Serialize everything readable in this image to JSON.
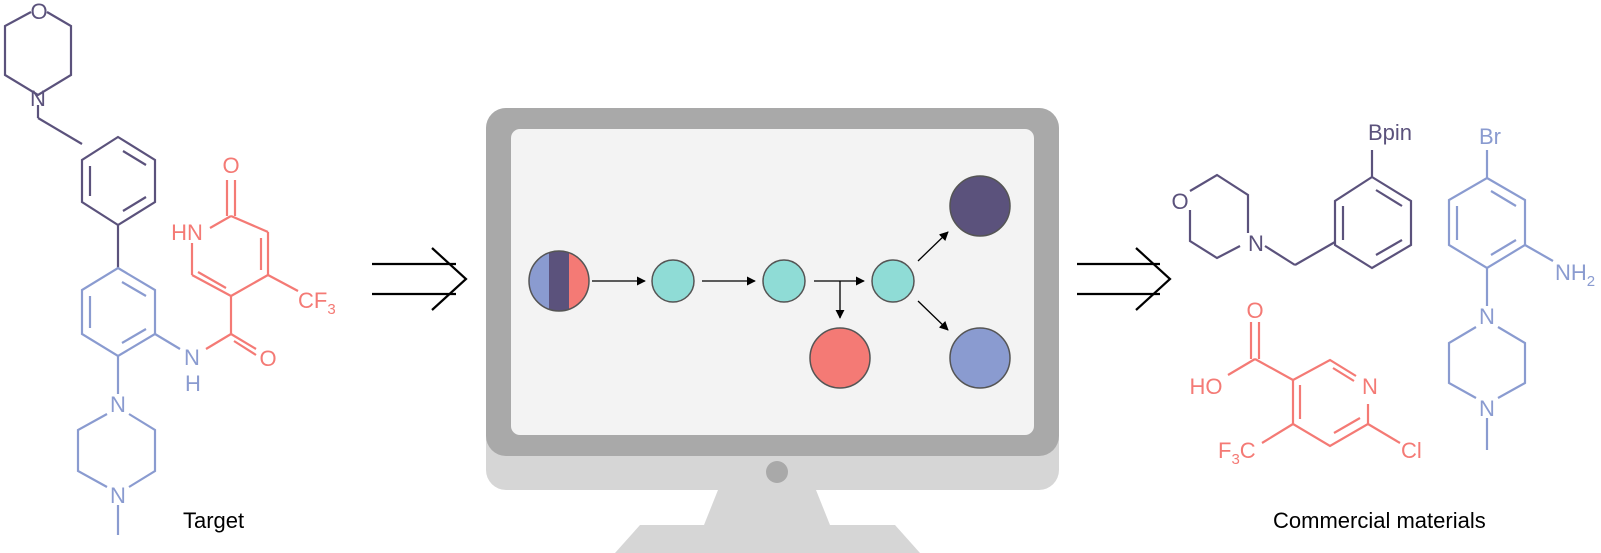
{
  "colors": {
    "dark": "#5b527c",
    "blue": "#8a9bd0",
    "red": "#f47a75",
    "teal": "#8fdcd6",
    "black": "#000000",
    "monitor_frame": "#a9a9a9",
    "monitor_screen": "#f3f3f3",
    "monitor_stand": "#d6d6d6"
  },
  "target": {
    "caption": "Target",
    "atoms": {
      "morpholine_O": "O",
      "morpholine_N": "N",
      "pyridone_O": "O",
      "pyridone_NH": "HN",
      "cf3": "CF",
      "cf3_sub": "3",
      "amide_NH_N": "N",
      "amide_NH_H": "H",
      "amide_O": "O",
      "piperazine_N1": "N",
      "piperazine_N2": "N"
    }
  },
  "materials": {
    "caption": "Commercial materials",
    "atoms": {
      "bpin": "Bpin",
      "morpholine_O": "O",
      "morpholine_N": "N",
      "br": "Br",
      "nh": "NH",
      "nh_sub": "2",
      "piperazine_N1": "N",
      "piperazine_N2": "N",
      "acid_O": "O",
      "acid_HO": "HO",
      "pyridine_N": "N",
      "cl": "Cl",
      "cf3_F": "F",
      "cf3_sub": "3",
      "cf3_C": "C"
    }
  },
  "icons": {
    "retro_arrow_left": "double-line-retrosynthesis-arrow",
    "retro_arrow_right": "double-line-retrosynthesis-arrow",
    "computer": "desktop-monitor-icon"
  }
}
